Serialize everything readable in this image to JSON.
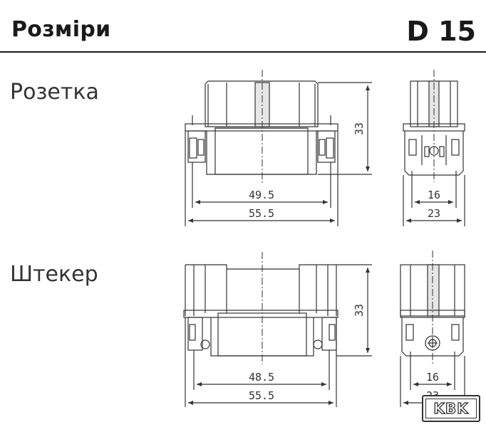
{
  "header": {
    "title": "Розміри",
    "code": "D 15"
  },
  "sections": {
    "socket": {
      "label": "Розетка",
      "height": "33",
      "front_inner_width": "49.5",
      "front_outer_width": "55.5",
      "side_inner_width": "16",
      "side_outer_width": "23"
    },
    "plug": {
      "label": "Штекер",
      "height": "33",
      "front_inner_width": "48.5",
      "front_outer_width": "55.5",
      "side_inner_width": "16",
      "side_outer_width": "23"
    }
  },
  "logo": {
    "text": "KBK"
  }
}
